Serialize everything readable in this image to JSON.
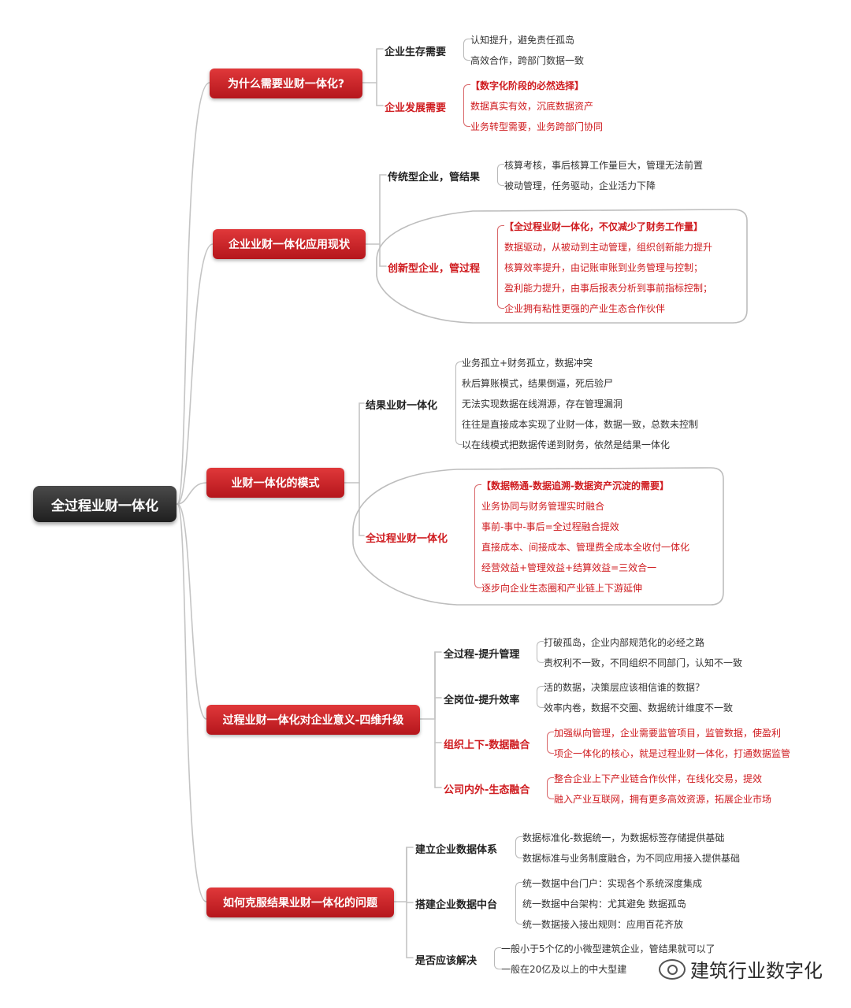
{
  "root": "全过程业财一体化",
  "branches": [
    {
      "title": "为什么需要业财一体化?",
      "subs": [
        {
          "label": "企业生存需要",
          "items": [
            "认知提升，避免责任孤岛",
            "高效合作，跨部门数据一致"
          ]
        },
        {
          "label": "企业发展需要",
          "items": [
            "【数字化阶段的必然选择】",
            "数据真实有效，沉底数据资产",
            "业务转型需要，业务跨部门协同"
          ]
        }
      ]
    },
    {
      "title": "企业业财一体化应用现状",
      "subs": [
        {
          "label": "传统型企业，管结果",
          "items": [
            "核算考核，事后核算工作量巨大，管理无法前置",
            "被动管理，任务驱动，企业活力下降"
          ]
        },
        {
          "label": "创新型企业，管过程",
          "items": [
            "【全过程业财一体化，不仅减少了财务工作量】",
            "数据驱动，从被动到主动管理，组织创新能力提升",
            "核算效率提升，由记账审账到业务管理与控制；",
            "盈利能力提升，由事后报表分析到事前指标控制；",
            "企业拥有粘性更强的产业生态合作伙伴"
          ]
        }
      ]
    },
    {
      "title": "业财一体化的模式",
      "subs": [
        {
          "label": "结果业财一体化",
          "items": [
            "业务孤立+财务孤立，数据冲突",
            "秋后算账模式，结果倒逼，死后验尸",
            "无法实现数据在线溯源，存在管理漏洞",
            "往往是直接成本实现了业财一体，数据一致，总数未控制",
            "以在线模式把数据传递到财务，依然是结果一体化"
          ]
        },
        {
          "label": "全过程业财一体化",
          "items": [
            "【数据畅通-数据追溯-数据资产沉淀的需要】",
            "业务协同与财务管理实时融合",
            "事前-事中-事后=全过程融合提效",
            "直接成本、间接成本、管理费全成本全收付一体化",
            "经营效益+管理效益+结算效益=三效合一",
            "逐步向企业生态圈和产业链上下游延伸"
          ]
        }
      ]
    },
    {
      "title": "过程业财一体化对企业意义-四维升级",
      "subs": [
        {
          "label": "全过程-提升管理",
          "items": [
            "打破孤岛，企业内部规范化的必经之路",
            "责权利不一致，不同组织不同部门，认知不一致"
          ]
        },
        {
          "label": "全岗位-提升效率",
          "items": [
            "活的数据，决策层应该相信谁的数据？",
            "效率内卷，数据不交圈、数据统计维度不一致"
          ]
        },
        {
          "label": "组织上下-数据融合",
          "items": [
            "加强纵向管理，企业需要监管项目，监管数据，使盈利",
            "项企一体化的核心，就是过程业财一体化，打通数据监管"
          ]
        },
        {
          "label": "公司内外-生态融合",
          "items": [
            "整合企业上下产业链合作伙伴，在线化交易，提效",
            "融入产业互联网，拥有更多高效资源，拓展企业市场"
          ]
        }
      ]
    },
    {
      "title": "如何克服结果业财一体化的问题",
      "subs": [
        {
          "label": "建立企业数据体系",
          "items": [
            "数据标准化-数据统一，为数据标签存储提供基础",
            "数据标准与业务制度融合，为不同应用接入提供基础"
          ]
        },
        {
          "label": "搭建企业数据中台",
          "items": [
            "统一数据中台门户：实现各个系统深度集成",
            "统一数据中台架构：尤其避免 数据孤岛",
            "统一数据接入接出规则：应用百花齐放"
          ]
        },
        {
          "label": "是否应该解决",
          "items": [
            "一般小于5个亿的小微型建筑企业，管结果就可以了",
            "一般在20亿及以上的中大型建"
          ]
        }
      ]
    }
  ],
  "watermark": "建筑行业数字化",
  "colors": {
    "topic": "#cf1b1f",
    "root": "#2b2b2b",
    "red_text": "#cf1b1f",
    "line": "#bdbdbd"
  }
}
